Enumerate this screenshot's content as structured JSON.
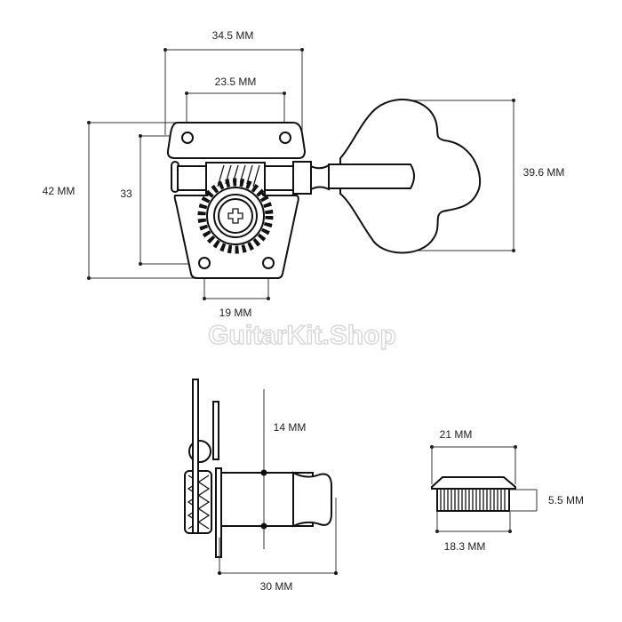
{
  "watermark": "GuitarKit.Shop",
  "dimensions": {
    "plate_width": "34.5 MM",
    "top_hole_spacing": "23.5 MM",
    "plate_height": "42 MM",
    "hole_vertical_spacing": "33",
    "bottom_hole_spacing": "19 MM",
    "key_height": "39.6 MM",
    "post_diameter": "14 MM",
    "post_length": "30 MM",
    "bushing_top_width": "21 MM",
    "bushing_height": "5.5 MM",
    "bushing_bottom_width": "18.3 MM"
  }
}
